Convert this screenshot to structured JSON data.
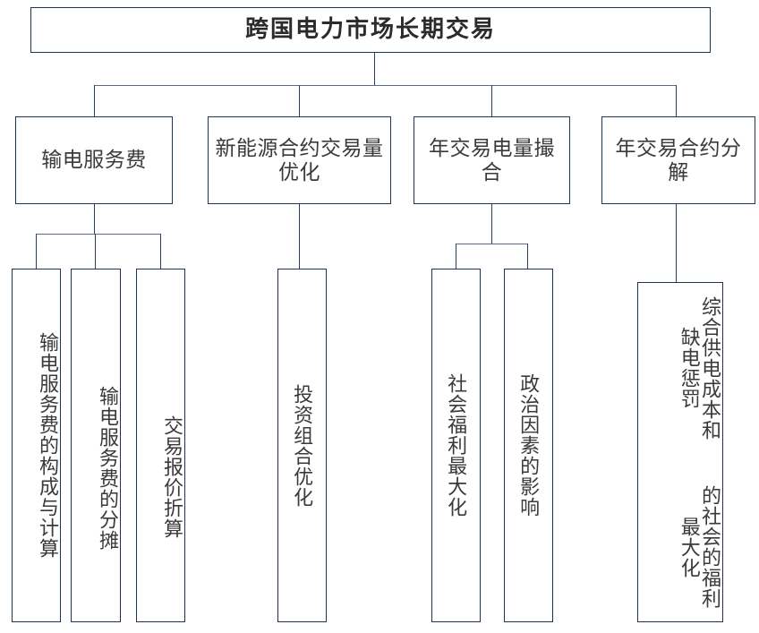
{
  "diagram": {
    "type": "org-tree",
    "title": "跨国电力市场长期交易",
    "palette": {
      "box_border": "#1f3353",
      "connector": "#2a3f63",
      "connector_horizontal": "#5a6b8c",
      "text": "#3a3a3a",
      "background": "#ffffff"
    },
    "root": {
      "id": "root",
      "label": "跨国电力市场长期交易"
    },
    "level2": [
      {
        "id": "n1",
        "label": "输电服务费"
      },
      {
        "id": "n2",
        "label": "新能源合约交易量优化"
      },
      {
        "id": "n3",
        "label": "年交易电量撮合"
      },
      {
        "id": "n4",
        "label": "年交易合约分解"
      }
    ],
    "leaves": [
      {
        "id": "l1",
        "parent": "n1",
        "label": "输电服务费的构成与计算"
      },
      {
        "id": "l2",
        "parent": "n1",
        "label": "输电服务费的分摊"
      },
      {
        "id": "l3",
        "parent": "n1",
        "label": "交易报价折算"
      },
      {
        "id": "l4",
        "parent": "n2",
        "label": "投资组合优化"
      },
      {
        "id": "l5",
        "parent": "n3",
        "label": "社会福利最大化"
      },
      {
        "id": "l6",
        "parent": "n3",
        "label": "政治因素的影响"
      },
      {
        "id": "l7",
        "parent": "n4",
        "label_col1": "综合供电成本和缺电惩罚",
        "label_col2": "的社会的福利最大化"
      }
    ]
  }
}
